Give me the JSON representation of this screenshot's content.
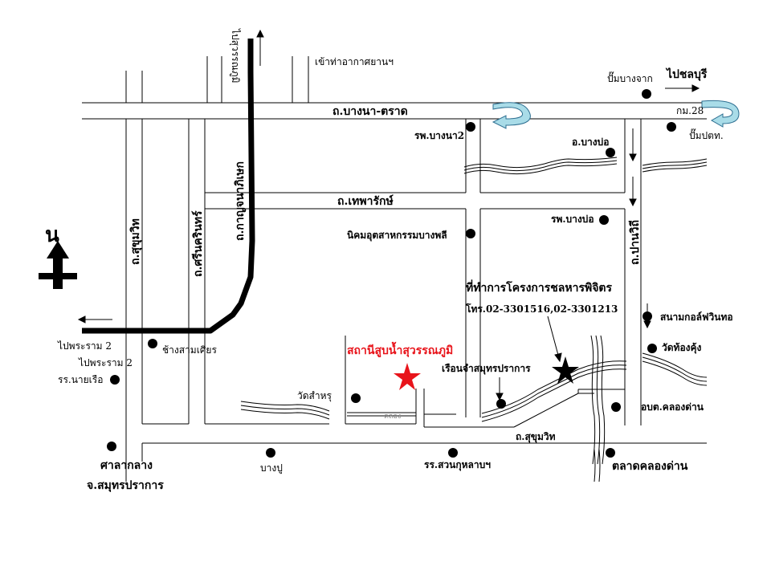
{
  "map": {
    "north_marker": "น",
    "roads": {
      "bangna_trad": "ถ.บางนา-ตราด",
      "theparak": "ถ.เทพารักษ์",
      "sukhumvit_vertical": "ถ.สุขุมวิท",
      "srinakarin": "ถ.ศรีนครินทร์",
      "kanchanapisek": "ถ.กาญจนาภิเษก",
      "pu_chao": "ถ.ปานวิถี",
      "sukhumvit_bottom": "ถ.สุขุมวิท",
      "to_airport_top": "ไปสุวรรณภูมิ",
      "km28": "กม.28"
    },
    "directions": {
      "to_chonburi": "ไปชลบุรี",
      "to_rama2_1": "ไปพระราม 2",
      "to_rama2_2": "ไปพระราม 2",
      "to_airport_entry": "เข้าท่าอากาศยานฯ"
    },
    "places": {
      "bang_jak_pump": "ปั๊มบางจาก",
      "ptt_pump": "ปั๊มปตท.",
      "bangna2_hospital": "รพ.บางนา2",
      "bangbo_district": "อ.บางบ่อ",
      "bangbo_hospital": "รพ.บางบ่อ",
      "bangplee_estate": "นิคมอุตสาหกรรมบางพลี",
      "chang_sam_sian": "ช้างสามเศียร",
      "naval_school": "รร.นายเรือ",
      "wat_samrong": "วัดสำหรุ",
      "prison": "เรือนจำสมุทรปราการ",
      "golf": "สนามกอล์ฟวินทอ",
      "wat_thong_kung": "วัดท้องคุ้ง",
      "khlong_dan_office": "อบต.คลองด่าน",
      "city_hall_1": "ศาลากลาง",
      "city_hall_2": "จ.สมุทรปราการ",
      "bangpu": "บางปู",
      "suan_kularb_school": "รร.สวนกุหลาบฯ",
      "khlong_dan_market": "ตลาดคลองด่าน"
    },
    "station": {
      "name": "สถานีสูบน้ำสุวรรณภูมิ",
      "canal_label": "คลอง"
    },
    "project_office": {
      "title": "ที่ทำการโครงการชลหารพิจิตร",
      "phone": "โทร.02-3301516,02-3301213"
    },
    "colors": {
      "station_star": "#e8141b",
      "office_star": "#000000",
      "u_turn_fill": "#a9dce8",
      "u_turn_stroke": "#2e6f91"
    }
  }
}
